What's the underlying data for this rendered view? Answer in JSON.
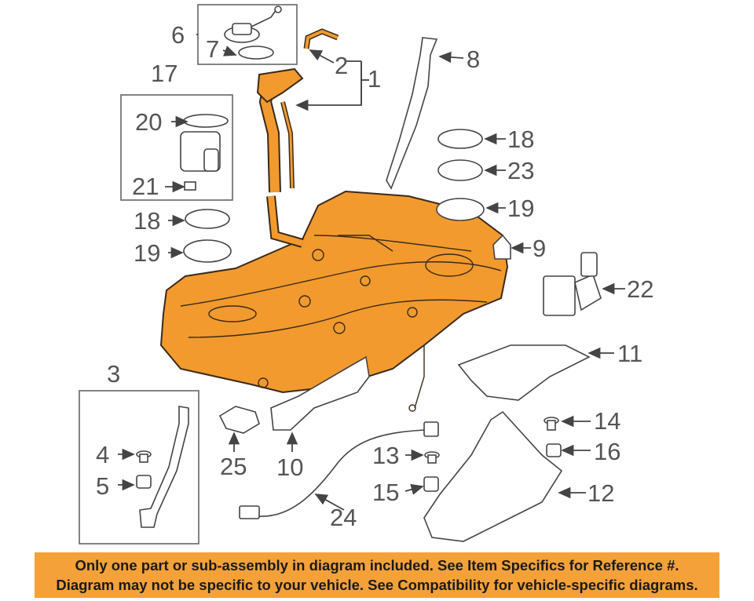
{
  "callouts": {
    "c1": "1",
    "c2": "2",
    "c3": "3",
    "c4": "4",
    "c5": "5",
    "c6": "6",
    "c7": "7",
    "c8": "8",
    "c9": "9",
    "c10": "10",
    "c11": "11",
    "c12": "12",
    "c13": "13",
    "c14": "14",
    "c15": "15",
    "c16": "16",
    "c17": "17",
    "c18a": "18",
    "c18b": "18",
    "c19a": "19",
    "c19b": "19",
    "c20": "20",
    "c21": "21",
    "c22": "22",
    "c23": "23",
    "c24": "24",
    "c25": "25"
  },
  "banner": {
    "line1": "Only one part or sub-assembly in diagram included. See Item Specifics for Reference #.",
    "line2": "Diagram may not be specific to your vehicle. See Compatibility for vehicle-specific diagrams."
  },
  "colors": {
    "tank": "#f29a2e",
    "banner": "#f4a13a",
    "label": "#555555"
  }
}
